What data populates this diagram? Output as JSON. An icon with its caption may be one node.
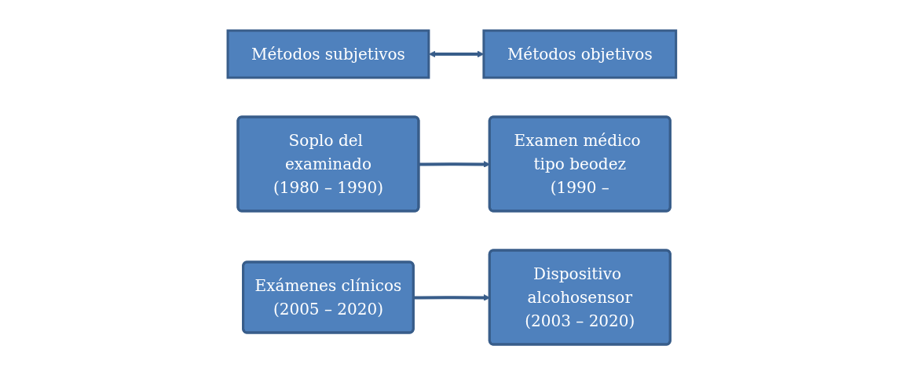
{
  "diagram": {
    "nodes": [
      {
        "text": [
          "Métodos subjetivos"
        ]
      },
      {
        "text": [
          "Métodos objetivos"
        ]
      },
      {
        "text": [
          "Soplo del examinado",
          "(1980 – 1990)"
        ]
      },
      {
        "text": [
          "Examen médico tipo beodez",
          "(1990 –"
        ]
      },
      {
        "text": [
          "Exámenes clínicos",
          "(2005 – 2020)"
        ]
      },
      {
        "text": [
          "Dispositivo alcohosensor",
          "(2003 – 2020)"
        ]
      }
    ],
    "edges": [
      {
        "from": 0,
        "to": 1,
        "arrow": "both"
      },
      {
        "from": 2,
        "to": 3,
        "arrow": "to"
      },
      {
        "from": 4,
        "to": 5,
        "arrow": "to"
      }
    ]
  }
}
